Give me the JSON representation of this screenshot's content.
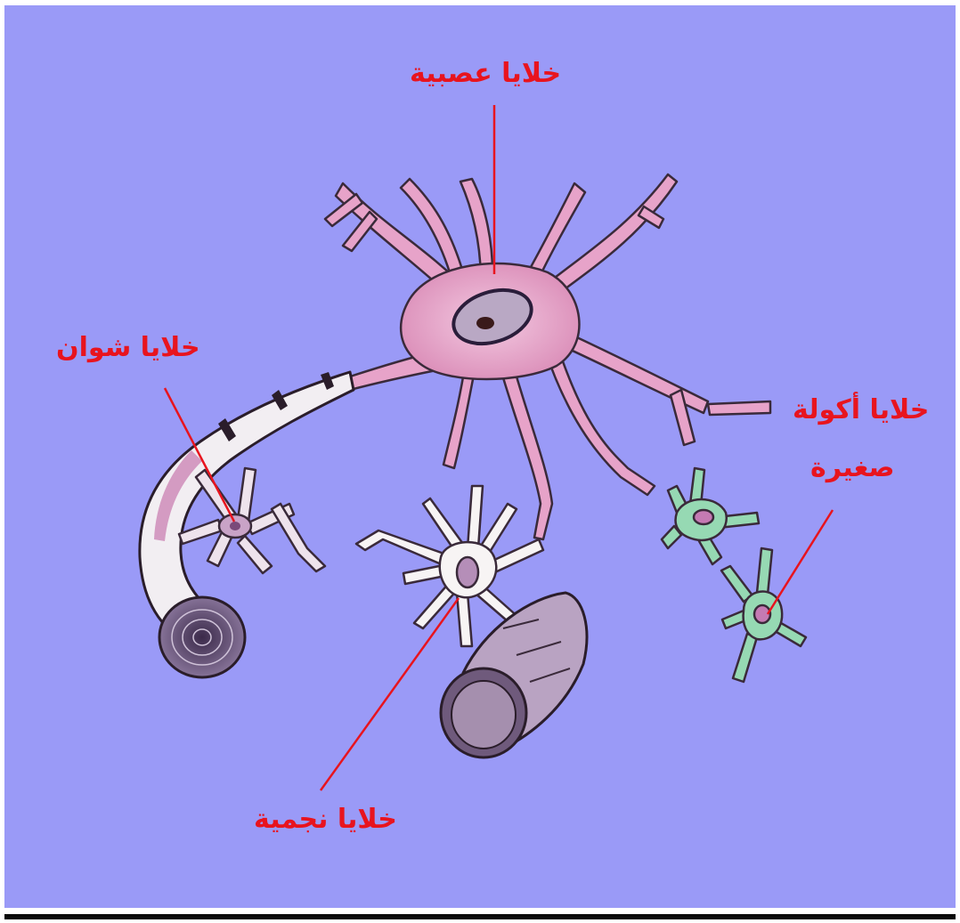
{
  "labels": {
    "neurons": "خلايا عصبية",
    "schwann": "خلايا شوان",
    "microglia_line1": "خلايا أكولة",
    "microglia_line2": "صغيرة",
    "astrocytes": "خلايا نجمية"
  },
  "colors": {
    "background": "#9a9af7",
    "label": "#e8141e",
    "neuron": "#e7a3c9",
    "astrocyte": "#f7f4f4",
    "microglia": "#96d9b3",
    "myelin": "#f2eef2",
    "outline": "#3a2a3a"
  }
}
